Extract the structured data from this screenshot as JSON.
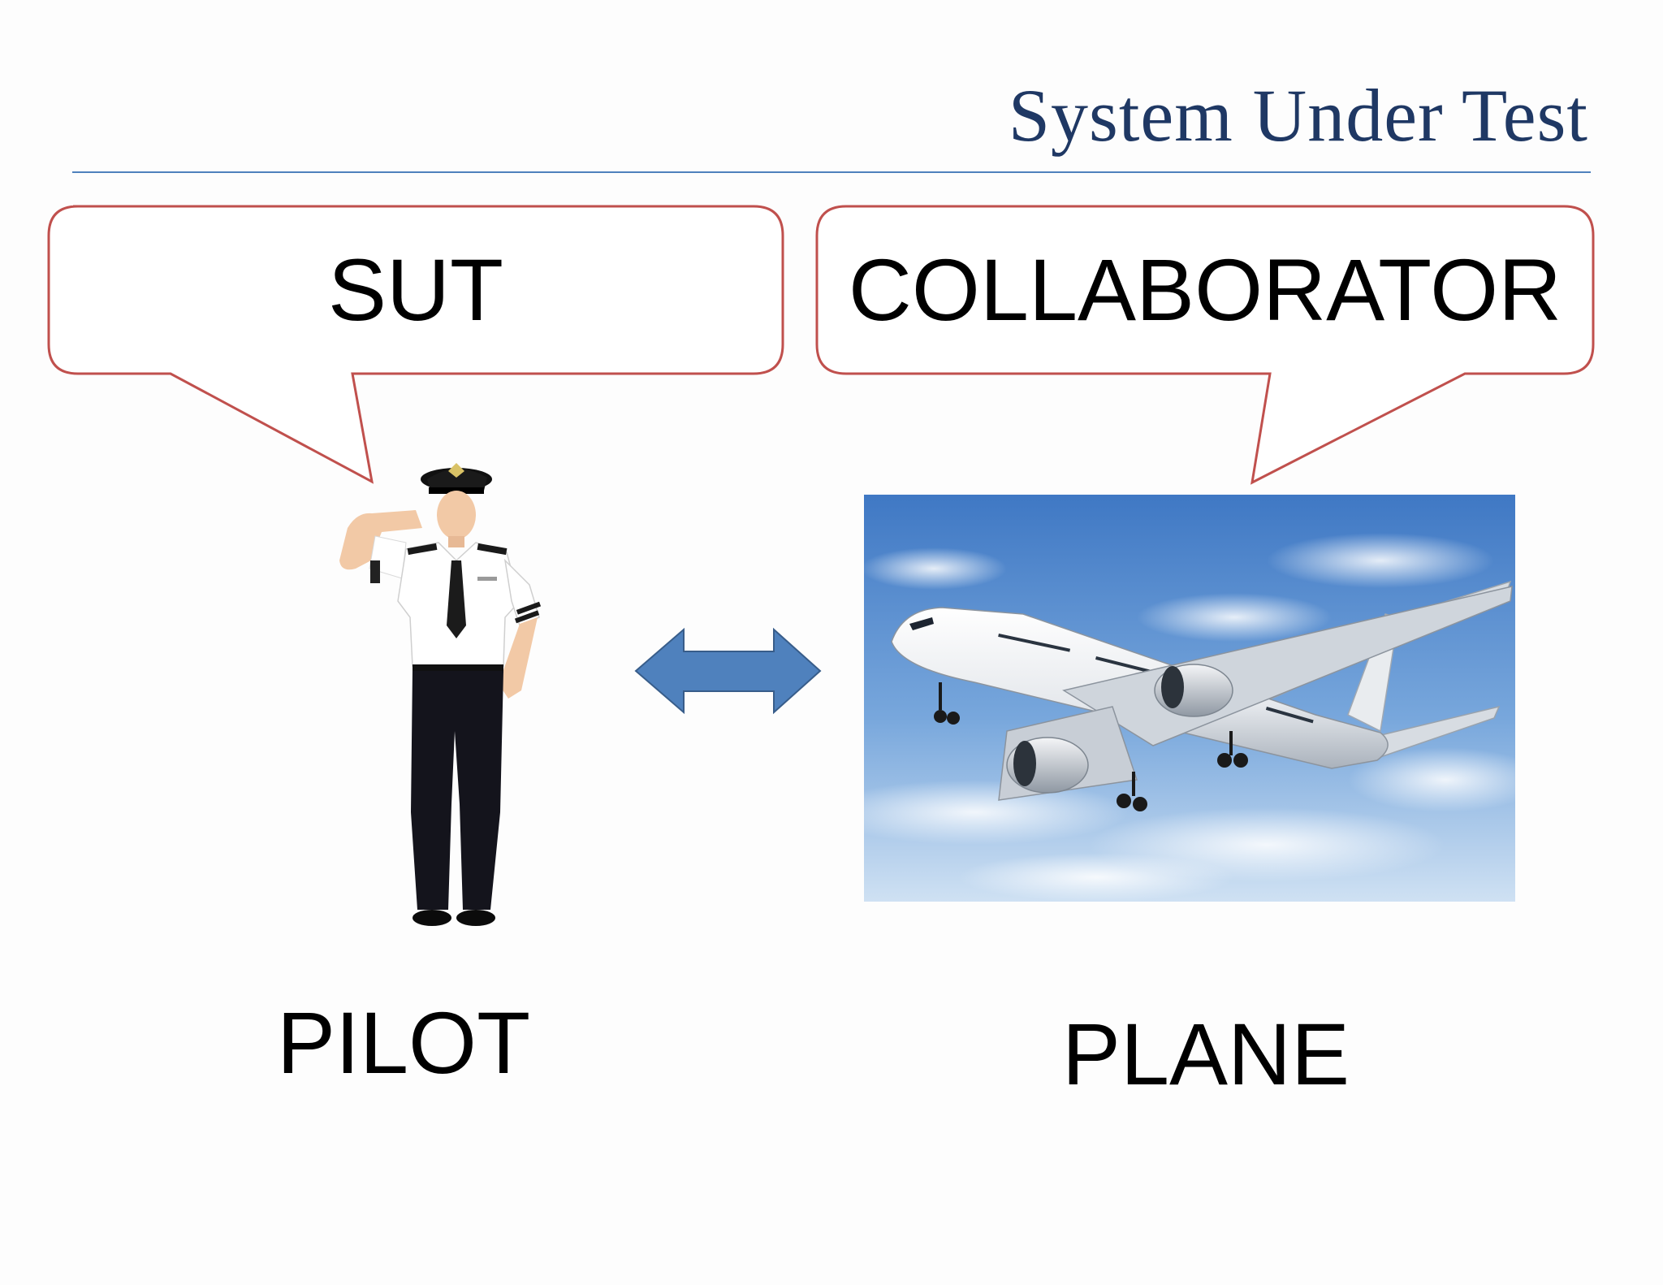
{
  "slide": {
    "title": "System Under Test"
  },
  "callouts": {
    "left": "SUT",
    "right": "COLLABORATOR"
  },
  "labels": {
    "pilot": "PILOT",
    "plane": "PLANE"
  },
  "colors": {
    "title": "#1f3864",
    "rule": "#4f81bd",
    "callout_border": "#c0504d",
    "arrow_fill": "#4f81bd",
    "arrow_stroke": "#385d8a",
    "sky_top": "#3f78c4",
    "sky_bottom": "#cfe1f3"
  },
  "icons": {
    "pilot": "pilot-figure",
    "plane": "airplane-photo",
    "arrow": "double-arrow"
  }
}
